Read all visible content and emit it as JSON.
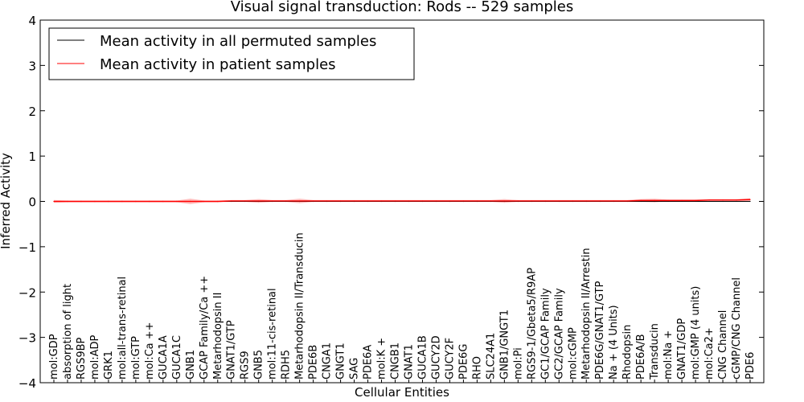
{
  "chart_data": {
    "type": "line",
    "title": "Visual signal transduction: Rods -- 529 samples",
    "xlabel": "Cellular Entities",
    "ylabel": "Inferred Activity",
    "ylim": [
      -4,
      4
    ],
    "yticks": [
      "4",
      "3",
      "2",
      "1",
      "0",
      "−1",
      "−2",
      "−3",
      "−4"
    ],
    "ytick_values": [
      4,
      3,
      2,
      1,
      0,
      -1,
      -2,
      -3,
      -4
    ],
    "legend_position": "top-left",
    "categories": [
      "mol:GDP",
      "absorption of light",
      "RGS9BP",
      "mol:ADP",
      "GRK1",
      "mol:all-trans-retinal",
      "mol:GTP",
      "mol:Ca ++",
      "GUCA1A",
      "GUCA1C",
      "GNB1",
      "GCAP Family/Ca ++",
      "Metarhodopsin II",
      "GNAT1/GTP",
      "RGS9",
      "GNB5",
      "mol:11-cis-retinal",
      "RDH5",
      "Metarhodopsin II/Transducin",
      "PDE6B",
      "CNGA1",
      "GNGT1",
      "SAG",
      "PDE6A",
      "mol:K +",
      "CNGB1",
      "GNAT1",
      "GUCA1B",
      "GUCY2D",
      "GUCY2F",
      "PDE6G",
      "RHO",
      "SLC24A1",
      "GNB1/GNGT1",
      "mol:Pi",
      "RGS9-1/Gbeta5/R9AP",
      "GC1/GCAP Family",
      "GC2/GCAP Family",
      "mol:cGMP",
      "Metarhodopsin II/Arrestin",
      "PDE6G/GNAT1/GTP",
      "Na + (4 Units)",
      "Rhodopsin",
      "PDE6A/B",
      "Transducin",
      "mol:Na +",
      "GNAT1/GDP",
      "mol:GMP (4 units)",
      "mol:Ca2+",
      "CNG Channel",
      "cGMP/CNG Channel",
      "PDE6"
    ],
    "series": [
      {
        "name": "Mean activity in all permuted samples",
        "color": "#000000",
        "values": [
          0,
          0,
          0,
          0,
          0,
          0,
          0,
          0,
          0,
          0,
          0,
          0,
          0,
          0,
          0,
          0,
          0,
          0,
          0,
          0,
          0,
          0,
          0,
          0,
          0,
          0,
          0,
          0,
          0,
          0,
          0,
          0,
          0,
          0,
          0,
          0,
          0,
          0,
          0,
          0,
          0,
          0,
          0,
          0,
          0,
          0,
          0,
          0,
          0,
          0,
          0,
          0
        ]
      },
      {
        "name": "Mean activity in patient samples",
        "color": "#ff0000",
        "values": [
          0.0,
          0.0,
          0.0,
          0.0,
          0.0,
          0.0,
          0.0,
          0.0,
          0.0,
          0.0,
          0.0,
          0.0,
          0.0,
          0.01,
          0.01,
          0.01,
          0.01,
          0.01,
          0.01,
          0.01,
          0.01,
          0.01,
          0.01,
          0.01,
          0.01,
          0.01,
          0.01,
          0.01,
          0.01,
          0.01,
          0.01,
          0.01,
          0.01,
          0.01,
          0.01,
          0.01,
          0.01,
          0.01,
          0.01,
          0.01,
          0.01,
          0.01,
          0.01,
          0.02,
          0.02,
          0.02,
          0.02,
          0.02,
          0.03,
          0.03,
          0.03,
          0.04
        ],
        "band": [
          0.03,
          0.02,
          0.02,
          0.02,
          0.02,
          0.02,
          0.02,
          0.02,
          0.02,
          0.02,
          0.06,
          0.02,
          0.02,
          0.02,
          0.02,
          0.04,
          0.02,
          0.02,
          0.05,
          0.02,
          0.02,
          0.02,
          0.02,
          0.02,
          0.02,
          0.02,
          0.02,
          0.02,
          0.02,
          0.02,
          0.02,
          0.02,
          0.02,
          0.04,
          0.02,
          0.02,
          0.02,
          0.02,
          0.02,
          0.02,
          0.02,
          0.02,
          0.02,
          0.03,
          0.04,
          0.02,
          0.02,
          0.02,
          0.02,
          0.02,
          0.02,
          0.03
        ]
      }
    ]
  }
}
